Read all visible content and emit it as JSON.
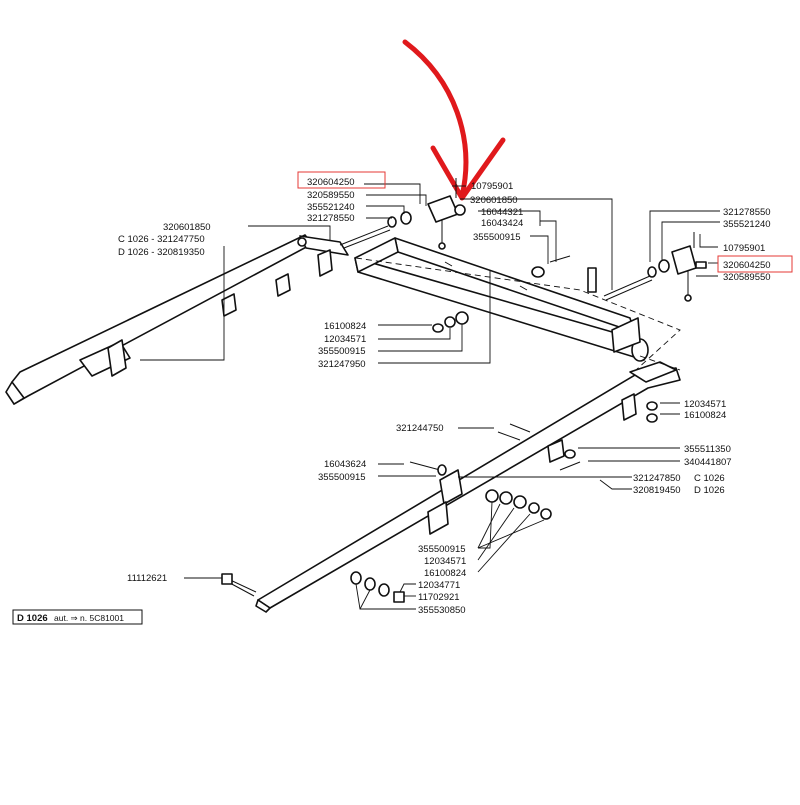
{
  "labels": {
    "l1": "320604250",
    "l2": "320589550",
    "l3": "355521240",
    "l4": "321278550",
    "l5": "320601850",
    "l6": "C 1026 - 321247750",
    "l7": "D 1026 - 320819350",
    "l8": "10795901",
    "l9": "320601850",
    "l10": "16044321",
    "l11": "16043424",
    "l12": "355500915",
    "l13": "321278550",
    "l14": "355521240",
    "l15": "10795901",
    "l16": "320604250",
    "l17": "320589550",
    "l18": "16100824",
    "l19": "12034571",
    "l20": "355500915",
    "l21": "321247950",
    "l22": "12034571",
    "l23": "16100824",
    "l24": "321244750",
    "l25": "355511350",
    "l26": "340441807",
    "l27": "16043624",
    "l28": "355500915",
    "l29": "321247850",
    "l30": "C 1026",
    "l31": "320819450",
    "l32": "D 1026",
    "l33": "355500915",
    "l34": "12034571",
    "l35": "16100824",
    "l36": "11112621",
    "l37": "12034771",
    "l38": "11702921",
    "l39": "355530850"
  },
  "note": {
    "model": "D 1026",
    "text": "aut. ⇒ n. 5C81001"
  },
  "colors": {
    "arrow": "#e0191c",
    "highlight_box": "#e53935",
    "line": "#111111"
  }
}
